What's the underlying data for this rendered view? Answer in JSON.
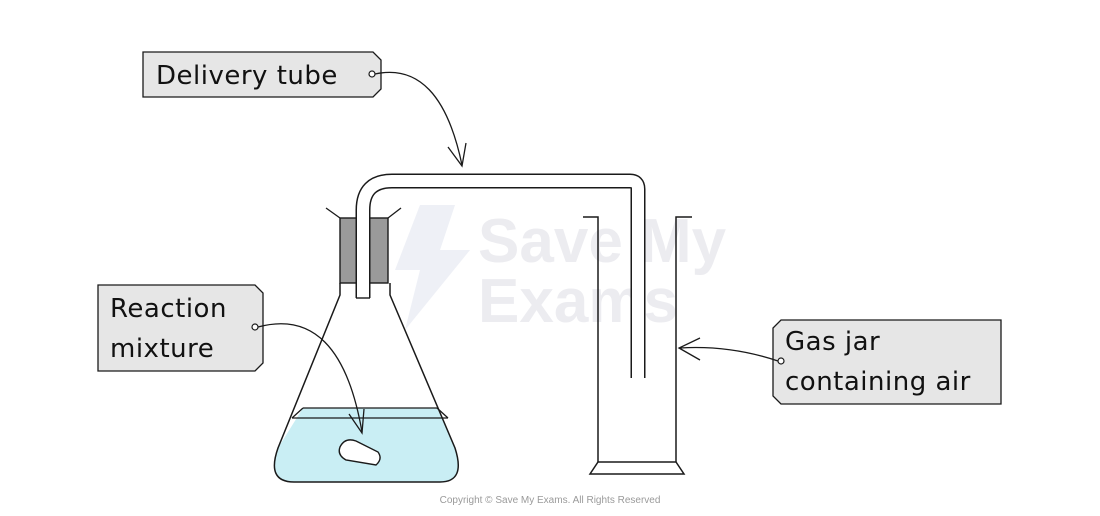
{
  "labels": {
    "delivery_tube": "Delivery tube",
    "reaction_line1": "Reaction",
    "reaction_line2": "mixture",
    "gasjar_line1": "Gas jar",
    "gasjar_line2": "containing air"
  },
  "watermark": {
    "line1": "Save My",
    "line2": "Exams"
  },
  "copyright": "Copyright © Save My Exams. All Rights Reserved",
  "colors": {
    "label_fill": "#e6e6e6",
    "outline": "#1a1a1a",
    "liquid": "#c9eef4",
    "bung": "#9a9a9a",
    "watermark": "#ececf0"
  }
}
